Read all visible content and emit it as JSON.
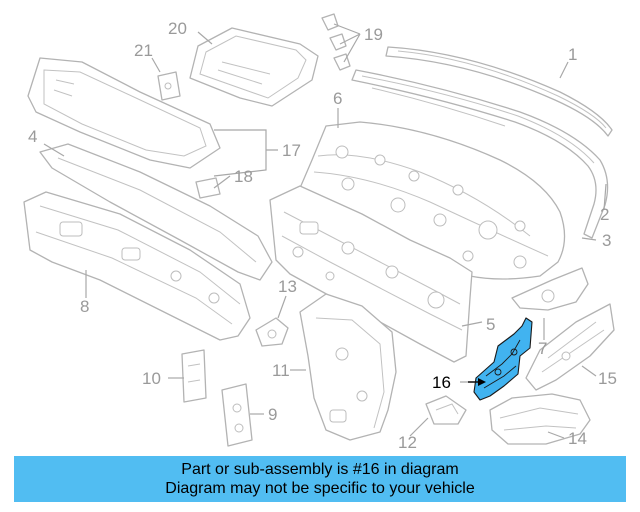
{
  "callouts": [
    {
      "id": "1",
      "label": "1"
    },
    {
      "id": "2",
      "label": "2"
    },
    {
      "id": "3",
      "label": "3"
    },
    {
      "id": "4",
      "label": "4"
    },
    {
      "id": "5",
      "label": "5"
    },
    {
      "id": "6",
      "label": "6"
    },
    {
      "id": "7",
      "label": "7"
    },
    {
      "id": "8",
      "label": "8"
    },
    {
      "id": "9",
      "label": "9"
    },
    {
      "id": "10",
      "label": "10"
    },
    {
      "id": "11",
      "label": "11"
    },
    {
      "id": "12",
      "label": "12"
    },
    {
      "id": "13",
      "label": "13"
    },
    {
      "id": "14",
      "label": "14"
    },
    {
      "id": "15",
      "label": "15"
    },
    {
      "id": "16",
      "label": "16"
    },
    {
      "id": "17",
      "label": "17"
    },
    {
      "id": "18",
      "label": "18"
    },
    {
      "id": "19",
      "label": "19"
    },
    {
      "id": "20",
      "label": "20"
    },
    {
      "id": "21",
      "label": "21"
    }
  ],
  "highlighted_part": "16",
  "colors": {
    "highlight": "#41b3f0",
    "banner": "#51bdf2",
    "line": "#b3b3b3"
  },
  "banner": {
    "line1": "Part or sub-assembly is #16 in diagram",
    "line2": "Diagram may not be specific to your vehicle"
  }
}
